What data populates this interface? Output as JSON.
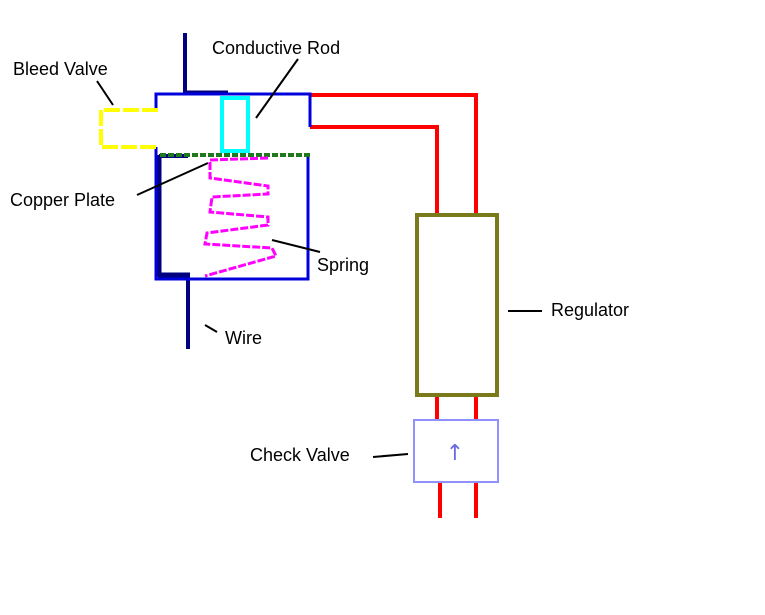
{
  "labels": {
    "bleed_valve": "Bleed Valve",
    "conductive_rod": "Conductive Rod",
    "copper_plate": "Copper Plate",
    "spring": "Spring",
    "wire": "Wire",
    "regulator": "Regulator",
    "check_valve": "Check Valve"
  },
  "check_valve_arrow": "↑",
  "colors": {
    "housing": "#0000dd",
    "wire": "#000080",
    "pipe": "#ff0000",
    "bleed_valve": "#ffff00",
    "conductive_rod": "#00ffff",
    "copper_plate": "#1f7a1f",
    "spring": "#ff00ff",
    "regulator_border": "#7a7a1a",
    "check_valve": "#9090ff",
    "leader": "#000000"
  }
}
